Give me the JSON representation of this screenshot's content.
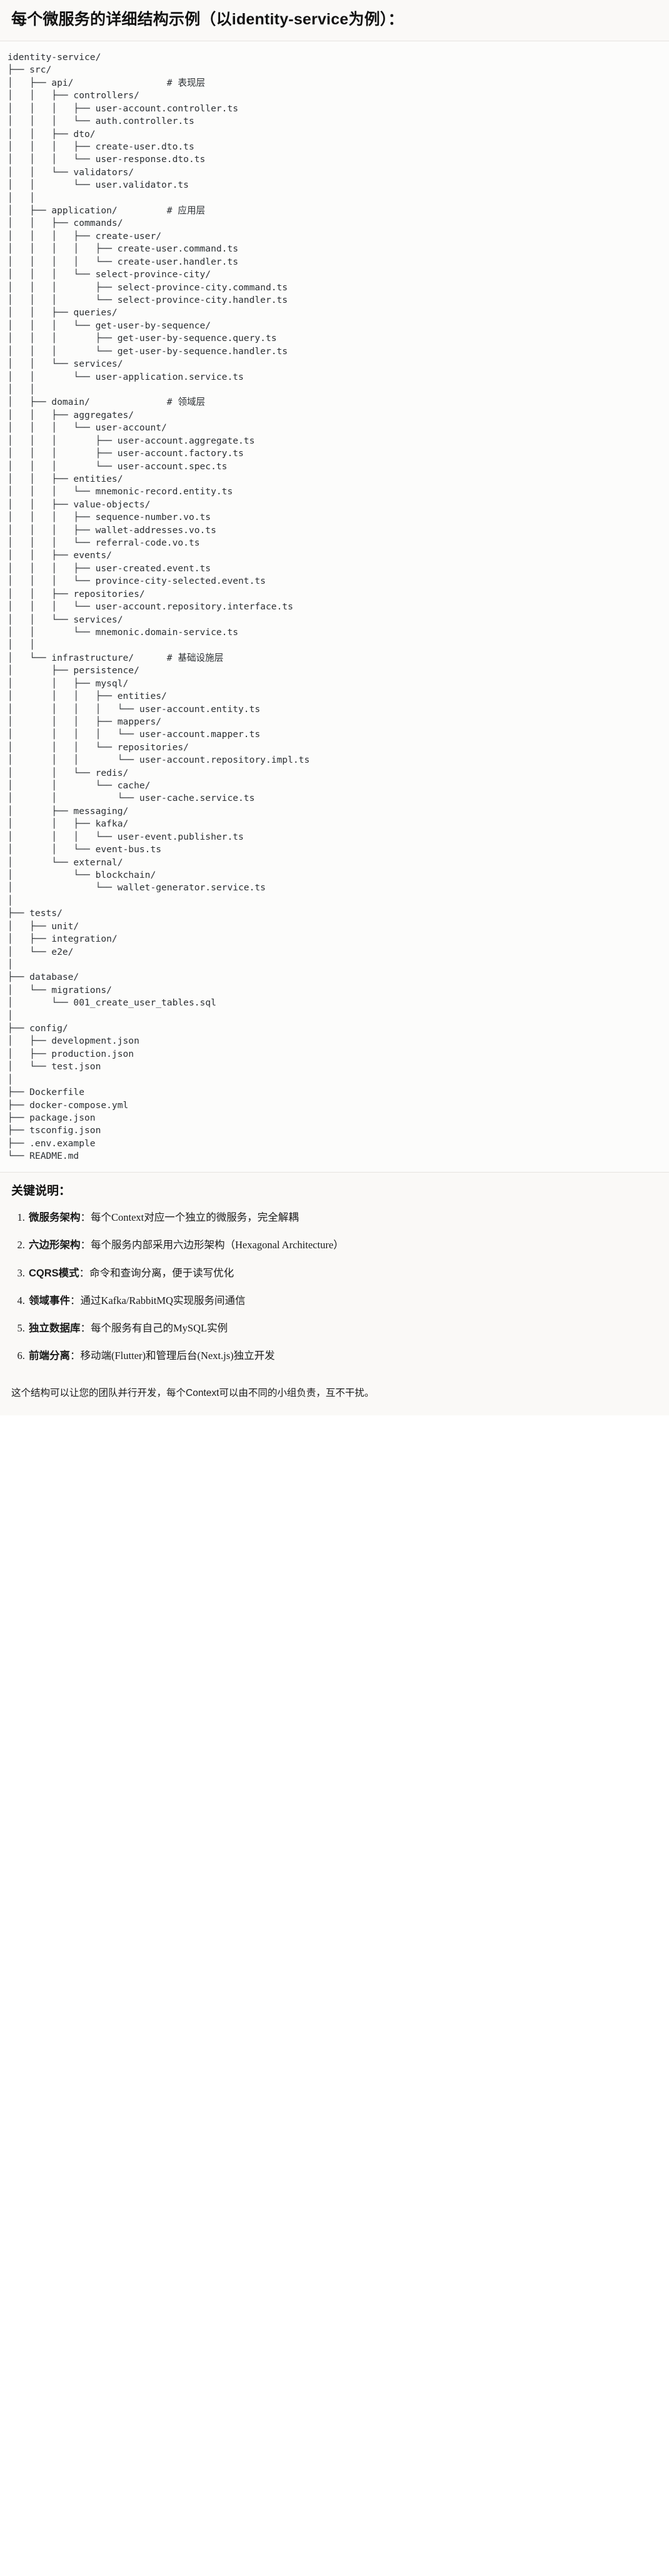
{
  "heading": "每个微服务的详细结构示例（以identity-service为例）：",
  "tree": {
    "root": "identity-service/",
    "lines": [
      {
        "prefix": "identity-service/",
        "comment": ""
      },
      {
        "prefix": "├── src/",
        "comment": ""
      },
      {
        "prefix": "│   ├── api/",
        "comment": "# 表现层"
      },
      {
        "prefix": "│   │   ├── controllers/",
        "comment": ""
      },
      {
        "prefix": "│   │   │   ├── user-account.controller.ts",
        "comment": ""
      },
      {
        "prefix": "│   │   │   └── auth.controller.ts",
        "comment": ""
      },
      {
        "prefix": "│   │   ├── dto/",
        "comment": ""
      },
      {
        "prefix": "│   │   │   ├── create-user.dto.ts",
        "comment": ""
      },
      {
        "prefix": "│   │   │   └── user-response.dto.ts",
        "comment": ""
      },
      {
        "prefix": "│   │   └── validators/",
        "comment": ""
      },
      {
        "prefix": "│   │       └── user.validator.ts",
        "comment": ""
      },
      {
        "prefix": "│   │",
        "comment": ""
      },
      {
        "prefix": "│   ├── application/",
        "comment": "# 应用层"
      },
      {
        "prefix": "│   │   ├── commands/",
        "comment": ""
      },
      {
        "prefix": "│   │   │   ├── create-user/",
        "comment": ""
      },
      {
        "prefix": "│   │   │   │   ├── create-user.command.ts",
        "comment": ""
      },
      {
        "prefix": "│   │   │   │   └── create-user.handler.ts",
        "comment": ""
      },
      {
        "prefix": "│   │   │   └── select-province-city/",
        "comment": ""
      },
      {
        "prefix": "│   │   │       ├── select-province-city.command.ts",
        "comment": ""
      },
      {
        "prefix": "│   │   │       └── select-province-city.handler.ts",
        "comment": ""
      },
      {
        "prefix": "│   │   ├── queries/",
        "comment": ""
      },
      {
        "prefix": "│   │   │   └── get-user-by-sequence/",
        "comment": ""
      },
      {
        "prefix": "│   │   │       ├── get-user-by-sequence.query.ts",
        "comment": ""
      },
      {
        "prefix": "│   │   │       └── get-user-by-sequence.handler.ts",
        "comment": ""
      },
      {
        "prefix": "│   │   └── services/",
        "comment": ""
      },
      {
        "prefix": "│   │       └── user-application.service.ts",
        "comment": ""
      },
      {
        "prefix": "│   │",
        "comment": ""
      },
      {
        "prefix": "│   ├── domain/",
        "comment": "# 领域层"
      },
      {
        "prefix": "│   │   ├── aggregates/",
        "comment": ""
      },
      {
        "prefix": "│   │   │   └── user-account/",
        "comment": ""
      },
      {
        "prefix": "│   │   │       ├── user-account.aggregate.ts",
        "comment": ""
      },
      {
        "prefix": "│   │   │       ├── user-account.factory.ts",
        "comment": ""
      },
      {
        "prefix": "│   │   │       └── user-account.spec.ts",
        "comment": ""
      },
      {
        "prefix": "│   │   ├── entities/",
        "comment": ""
      },
      {
        "prefix": "│   │   │   └── mnemonic-record.entity.ts",
        "comment": ""
      },
      {
        "prefix": "│   │   ├── value-objects/",
        "comment": ""
      },
      {
        "prefix": "│   │   │   ├── sequence-number.vo.ts",
        "comment": ""
      },
      {
        "prefix": "│   │   │   ├── wallet-addresses.vo.ts",
        "comment": ""
      },
      {
        "prefix": "│   │   │   └── referral-code.vo.ts",
        "comment": ""
      },
      {
        "prefix": "│   │   ├── events/",
        "comment": ""
      },
      {
        "prefix": "│   │   │   ├── user-created.event.ts",
        "comment": ""
      },
      {
        "prefix": "│   │   │   └── province-city-selected.event.ts",
        "comment": ""
      },
      {
        "prefix": "│   │   ├── repositories/",
        "comment": ""
      },
      {
        "prefix": "│   │   │   └── user-account.repository.interface.ts",
        "comment": ""
      },
      {
        "prefix": "│   │   └── services/",
        "comment": ""
      },
      {
        "prefix": "│   │       └── mnemonic.domain-service.ts",
        "comment": ""
      },
      {
        "prefix": "│   │",
        "comment": ""
      },
      {
        "prefix": "│   └── infrastructure/",
        "comment": "# 基础设施层"
      },
      {
        "prefix": "│       ├── persistence/",
        "comment": ""
      },
      {
        "prefix": "│       │   ├── mysql/",
        "comment": ""
      },
      {
        "prefix": "│       │   │   ├── entities/",
        "comment": ""
      },
      {
        "prefix": "│       │   │   │   └── user-account.entity.ts",
        "comment": ""
      },
      {
        "prefix": "│       │   │   ├── mappers/",
        "comment": ""
      },
      {
        "prefix": "│       │   │   │   └── user-account.mapper.ts",
        "comment": ""
      },
      {
        "prefix": "│       │   │   └── repositories/",
        "comment": ""
      },
      {
        "prefix": "│       │   │       └── user-account.repository.impl.ts",
        "comment": ""
      },
      {
        "prefix": "│       │   └── redis/",
        "comment": ""
      },
      {
        "prefix": "│       │       └── cache/",
        "comment": ""
      },
      {
        "prefix": "│       │           └── user-cache.service.ts",
        "comment": ""
      },
      {
        "prefix": "│       ├── messaging/",
        "comment": ""
      },
      {
        "prefix": "│       │   ├── kafka/",
        "comment": ""
      },
      {
        "prefix": "│       │   │   └── user-event.publisher.ts",
        "comment": ""
      },
      {
        "prefix": "│       │   └── event-bus.ts",
        "comment": ""
      },
      {
        "prefix": "│       └── external/",
        "comment": ""
      },
      {
        "prefix": "│           └── blockchain/",
        "comment": ""
      },
      {
        "prefix": "│               └── wallet-generator.service.ts",
        "comment": ""
      },
      {
        "prefix": "│",
        "comment": ""
      },
      {
        "prefix": "├── tests/",
        "comment": ""
      },
      {
        "prefix": "│   ├── unit/",
        "comment": ""
      },
      {
        "prefix": "│   ├── integration/",
        "comment": ""
      },
      {
        "prefix": "│   └── e2e/",
        "comment": ""
      },
      {
        "prefix": "│",
        "comment": ""
      },
      {
        "prefix": "├── database/",
        "comment": ""
      },
      {
        "prefix": "│   └── migrations/",
        "comment": ""
      },
      {
        "prefix": "│       └── 001_create_user_tables.sql",
        "comment": ""
      },
      {
        "prefix": "│",
        "comment": ""
      },
      {
        "prefix": "├── config/",
        "comment": ""
      },
      {
        "prefix": "│   ├── development.json",
        "comment": ""
      },
      {
        "prefix": "│   ├── production.json",
        "comment": ""
      },
      {
        "prefix": "│   └── test.json",
        "comment": ""
      },
      {
        "prefix": "│",
        "comment": ""
      },
      {
        "prefix": "├── Dockerfile",
        "comment": ""
      },
      {
        "prefix": "├── docker-compose.yml",
        "comment": ""
      },
      {
        "prefix": "├── package.json",
        "comment": ""
      },
      {
        "prefix": "├── tsconfig.json",
        "comment": ""
      },
      {
        "prefix": "├── .env.example",
        "comment": ""
      },
      {
        "prefix": "└── README.md",
        "comment": ""
      }
    ]
  },
  "notes": {
    "title": "关键说明：",
    "items": [
      {
        "term": "微服务架构",
        "sep": "：",
        "desc": "每个Context对应一个独立的微服务，完全解耦"
      },
      {
        "term": "六边形架构",
        "sep": "：",
        "desc": "每个服务内部采用六边形架构（Hexagonal Architecture）"
      },
      {
        "term": "CQRS模式",
        "sep": "：",
        "desc": "命令和查询分离，便于读写优化"
      },
      {
        "term": "领域事件",
        "sep": "：",
        "desc": "通过Kafka/RabbitMQ实现服务间通信"
      },
      {
        "term": "独立数据库",
        "sep": "：",
        "desc": "每个服务有自己的MySQL实例"
      },
      {
        "term": "前端分离",
        "sep": "：",
        "desc": "移动端(Flutter)和管理后台(Next.js)独立开发"
      }
    ],
    "closing": "这个结构可以让您的团队并行开发，每个Context可以由不同的小组负责，互不干扰。"
  }
}
